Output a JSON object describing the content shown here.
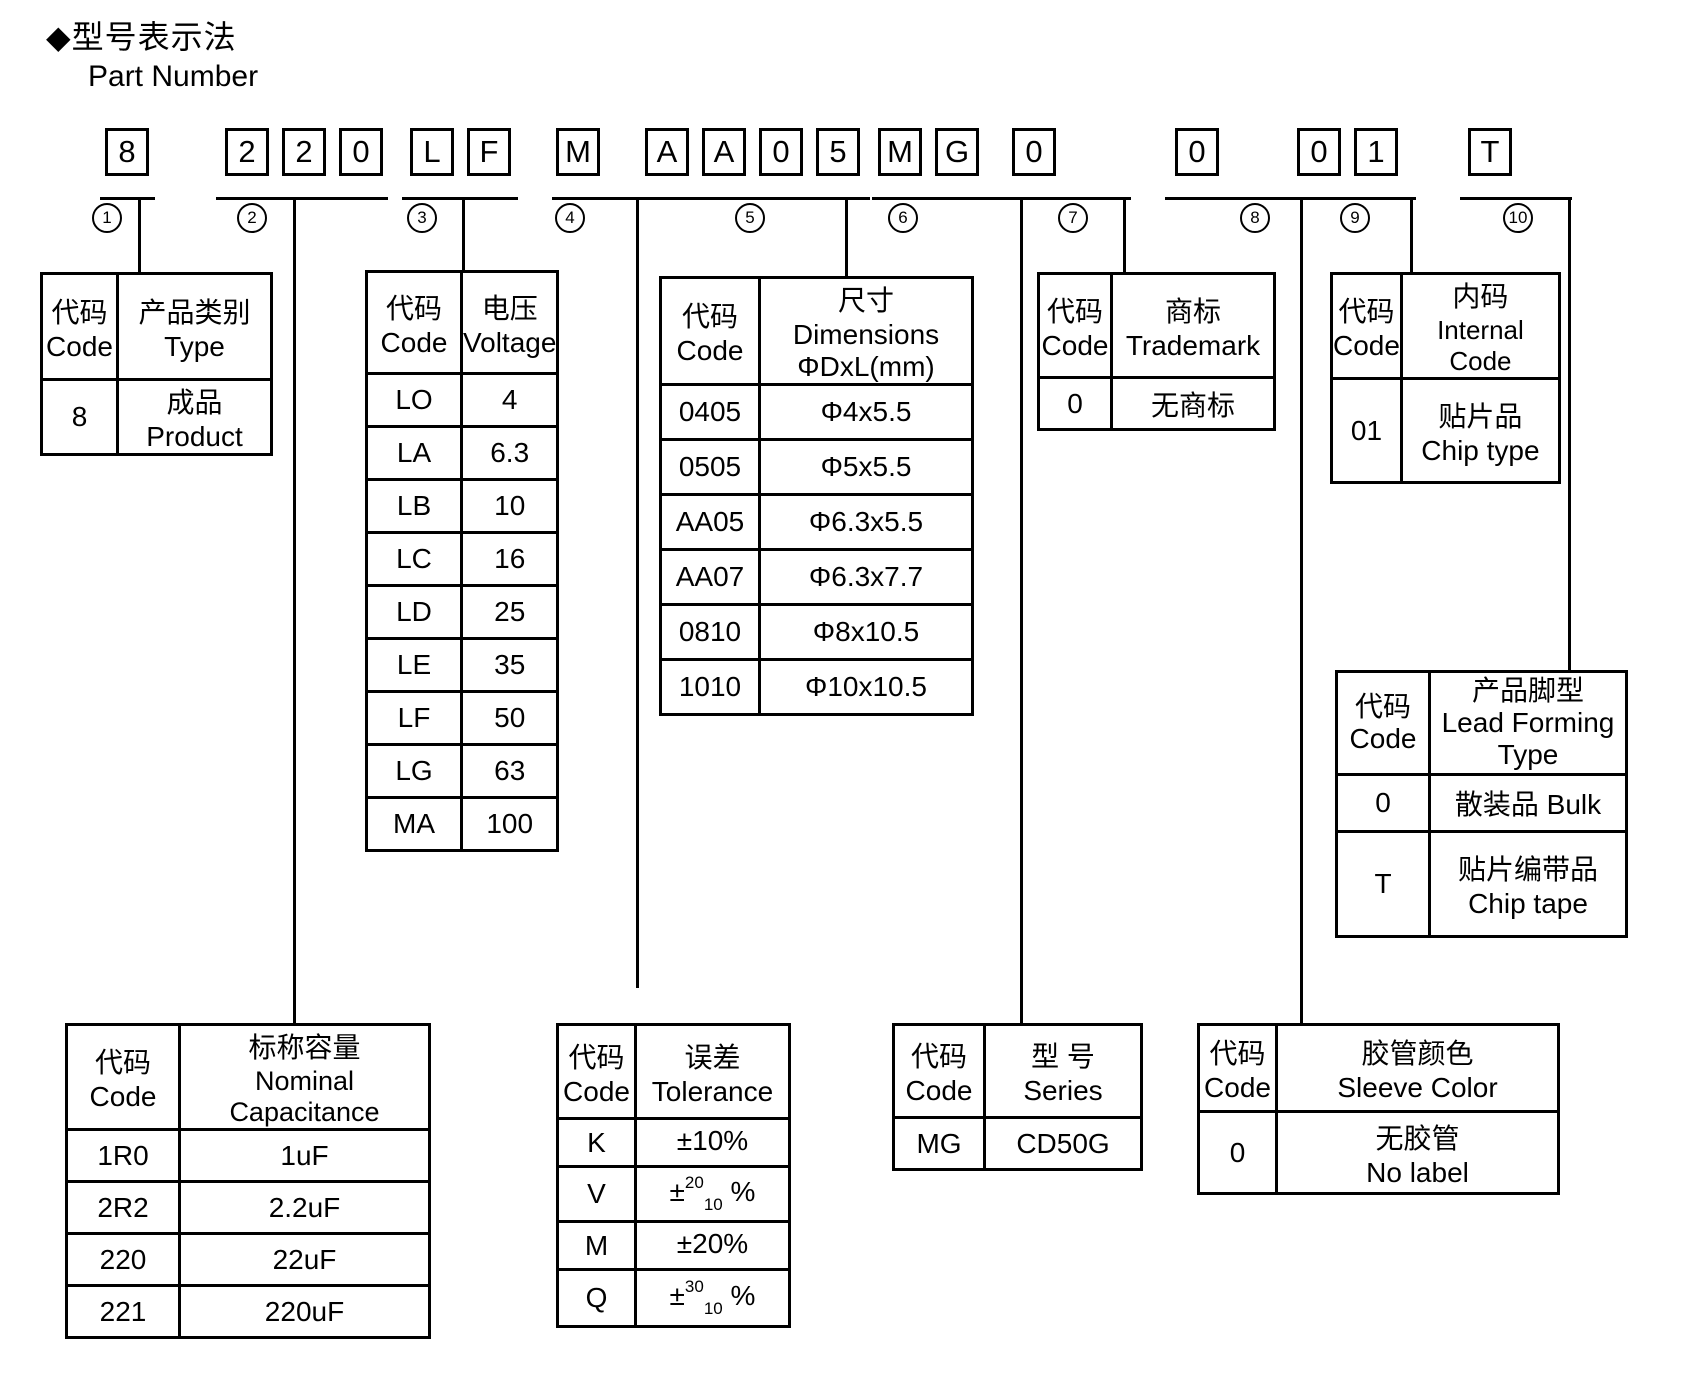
{
  "title": {
    "zh": "◆型号表示法",
    "en": "Part Number"
  },
  "code_groups": [
    {
      "num": "1",
      "chars": [
        "8"
      ]
    },
    {
      "num": "2",
      "chars": [
        "2",
        "2",
        "0"
      ]
    },
    {
      "num": "3",
      "chars": [
        "L",
        "F"
      ]
    },
    {
      "num": "4",
      "chars": [
        "M"
      ]
    },
    {
      "num": "5",
      "chars": [
        "A",
        "A",
        "0",
        "5"
      ]
    },
    {
      "num": "6",
      "chars": [
        "M",
        "G"
      ]
    },
    {
      "num": "7",
      "chars": [
        "0"
      ]
    },
    {
      "num": "8",
      "chars": [
        "0"
      ]
    },
    {
      "num": "9",
      "chars": [
        "0",
        "1"
      ]
    },
    {
      "num": "10",
      "chars": [
        "T"
      ]
    }
  ],
  "tables": {
    "product_type": {
      "header": {
        "col1_zh": "代码",
        "col1_en": "Code",
        "col2_zh": "产品类别",
        "col2_en": "Type"
      },
      "rows": [
        {
          "code": "8",
          "value": "成品 Product"
        }
      ]
    },
    "capacitance": {
      "header": {
        "col1_zh": "代码",
        "col1_en": "Code",
        "col2_zh": "标称容量",
        "col2_en": "Nominal Capacitance"
      },
      "rows": [
        {
          "code": "1R0",
          "value": "1uF"
        },
        {
          "code": "2R2",
          "value": "2.2uF"
        },
        {
          "code": "220",
          "value": "22uF"
        },
        {
          "code": "221",
          "value": "220uF"
        }
      ]
    },
    "voltage": {
      "header": {
        "col1_zh": "代码",
        "col1_en": "Code",
        "col2_zh": "电压",
        "col2_en": "Voltage"
      },
      "rows": [
        {
          "code": "LO",
          "value": "4"
        },
        {
          "code": "LA",
          "value": "6.3"
        },
        {
          "code": "LB",
          "value": "10"
        },
        {
          "code": "LC",
          "value": "16"
        },
        {
          "code": "LD",
          "value": "25"
        },
        {
          "code": "LE",
          "value": "35"
        },
        {
          "code": "LF",
          "value": "50"
        },
        {
          "code": "LG",
          "value": "63"
        },
        {
          "code": "MA",
          "value": "100"
        }
      ]
    },
    "tolerance": {
      "header": {
        "col1_zh": "代码",
        "col1_en": "Code",
        "col2_zh": "误差",
        "col2_en": "Tolerance"
      },
      "rows": [
        {
          "code": "K",
          "pre": "±10%",
          "sup": "",
          "sub": "",
          "post": ""
        },
        {
          "code": "V",
          "pre": "±",
          "sup": "20",
          "sub": "10",
          "post": " %"
        },
        {
          "code": "M",
          "pre": "±20%",
          "sup": "",
          "sub": "",
          "post": ""
        },
        {
          "code": "Q",
          "pre": "±",
          "sup": "30",
          "sub": "10",
          "post": " %"
        }
      ]
    },
    "dimensions": {
      "header": {
        "col1_zh": "代码",
        "col1_en": "Code",
        "col2_line1": "尺寸 Dimensions",
        "col2_line2": "ΦDxL(mm)"
      },
      "rows": [
        {
          "code": "0405",
          "value": "Φ4x5.5"
        },
        {
          "code": "0505",
          "value": "Φ5x5.5"
        },
        {
          "code": "AA05",
          "value": "Φ6.3x5.5"
        },
        {
          "code": "AA07",
          "value": "Φ6.3x7.7"
        },
        {
          "code": "0810",
          "value": "Φ8x10.5"
        },
        {
          "code": "1010",
          "value": "Φ10x10.5"
        }
      ]
    },
    "series": {
      "header": {
        "col1_zh": "代码",
        "col1_en": "Code",
        "col2_zh": "型 号",
        "col2_en": "Series"
      },
      "rows": [
        {
          "code": "MG",
          "value": "CD50G"
        }
      ]
    },
    "trademark": {
      "header": {
        "col1_zh": "代码",
        "col1_en": "Code",
        "col2_zh": "商标",
        "col2_en": "Trademark"
      },
      "rows": [
        {
          "code": "0",
          "value": "无商标"
        }
      ]
    },
    "sleeve_color": {
      "header": {
        "col1_zh": "代码",
        "col1_en": "Code",
        "col2_zh": "胶管颜色",
        "col2_en": "Sleeve Color"
      },
      "rows": [
        {
          "code": "0",
          "value_zh": "无胶管",
          "value_en": "No label"
        }
      ]
    },
    "internal_code": {
      "header": {
        "col1_zh": "代码",
        "col1_en": "Code",
        "col2_zh": "内码",
        "col2_en": "Internal Code"
      },
      "rows": [
        {
          "code": "01",
          "value_zh": "贴片品",
          "value_en": "Chip type"
        }
      ]
    },
    "lead_forming": {
      "header": {
        "col1_zh": "代码",
        "col1_en": "Code",
        "col2_line1": "产品脚型",
        "col2_line2": "Lead Forming",
        "col2_line3": "Type"
      },
      "rows": [
        {
          "code": "0",
          "value_zh": "散装品 Bulk",
          "value_en": ""
        },
        {
          "code": "T",
          "value_zh": "贴片编带品",
          "value_en": "Chip tape"
        }
      ]
    }
  }
}
